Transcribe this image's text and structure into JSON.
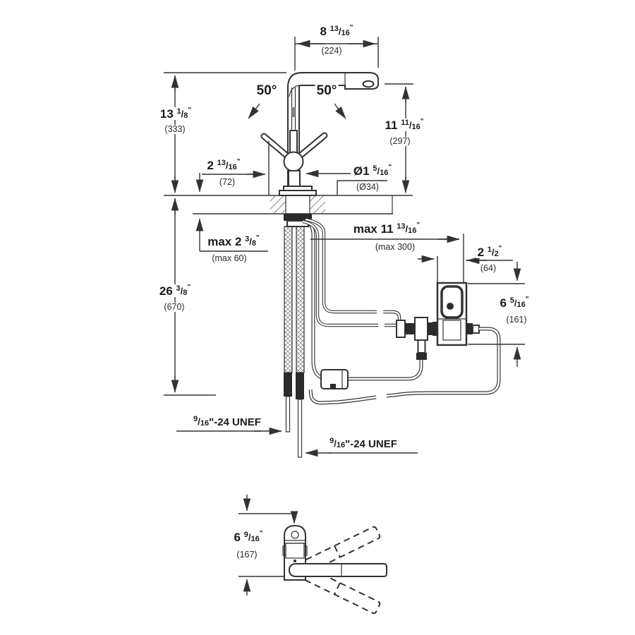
{
  "drawing": {
    "front_view": {
      "dim_spout_reach": {
        "whole": "8",
        "num": "13",
        "den": "16",
        "unit": "\"",
        "metric": "(224)"
      },
      "angle_left": "50°",
      "angle_right": "50°",
      "dim_height_to_spout": {
        "whole": "13",
        "num": "1",
        "den": "8",
        "unit": "\"",
        "metric": "(333)"
      },
      "dim_outlet_height": {
        "whole": "11",
        "num": "11",
        "den": "16",
        "unit": "\"",
        "metric": "(297)"
      },
      "dim_handle_projection": {
        "whole": "2",
        "num": "13",
        "den": "16",
        "unit": "\"",
        "metric": "(72)"
      },
      "dim_body_diameter": {
        "whole": "Ø1",
        "num": "5",
        "den": "16",
        "unit": "\"",
        "metric": "(Ø34)"
      },
      "dim_max_deck_thickness": {
        "whole": "max 2",
        "num": "3",
        "den": "8",
        "unit": "\"",
        "metric": "(max 60)"
      },
      "dim_max_box_distance": {
        "whole": "max 11",
        "num": "13",
        "den": "16",
        "unit": "\"",
        "metric": "(max 300)"
      },
      "dim_box_width": {
        "whole": "2",
        "num": "1",
        "den": "2",
        "unit": "\"",
        "metric": "(64)"
      },
      "dim_below_deck": {
        "whole": "26",
        "num": "3",
        "den": "8",
        "unit": "\"",
        "metric": "(670)"
      },
      "dim_box_height": {
        "whole": "6",
        "num": "5",
        "den": "16",
        "unit": "\"",
        "metric": "(161)"
      },
      "thread_spec_left": {
        "num": "9",
        "den": "16",
        "rest": "\"-24 UNEF"
      },
      "thread_spec_right": {
        "num": "9",
        "den": "16",
        "rest": "\"-24 UNEF"
      }
    },
    "top_view": {
      "dim_spout_depth": {
        "whole": "6",
        "num": "9",
        "den": "16",
        "unit": "\"",
        "metric": "(167)"
      }
    }
  }
}
